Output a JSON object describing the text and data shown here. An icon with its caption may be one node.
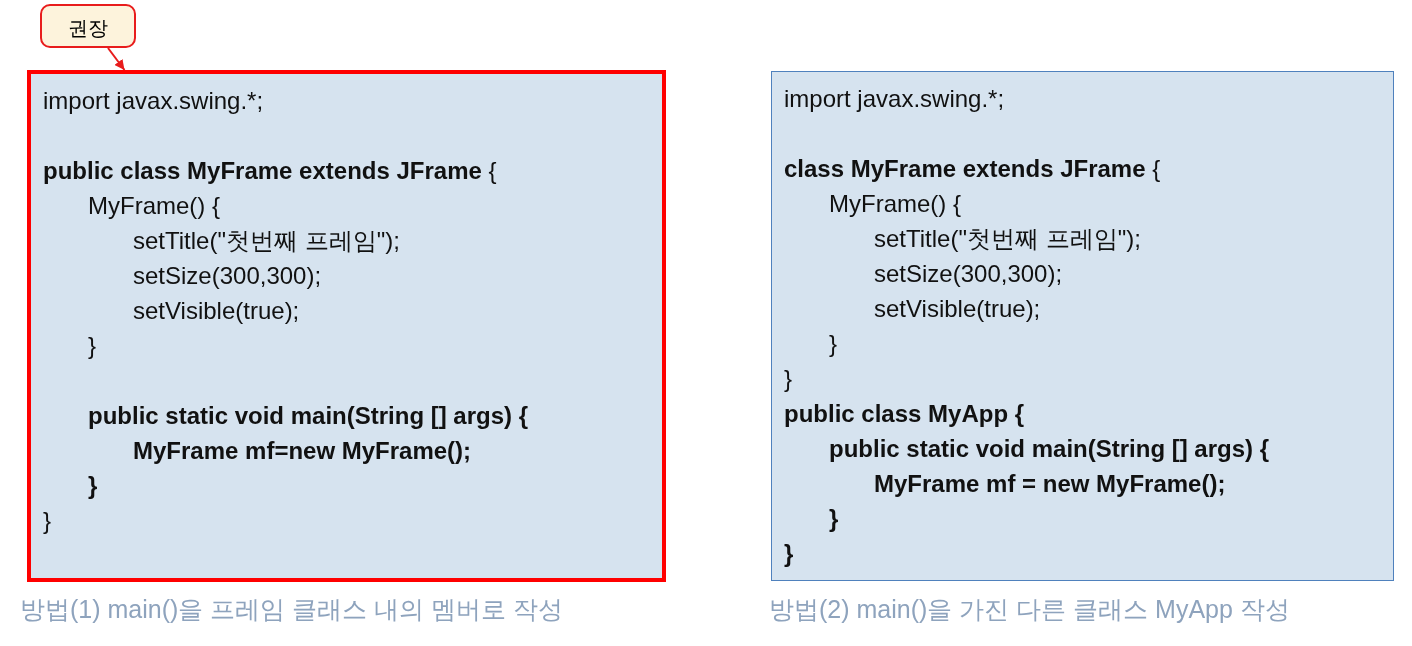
{
  "diagram": {
    "nodes": [
      {
        "text": [
          "권장"
        ]
      },
      {
        "text": [
          "import javax.swing.*;",
          "**public class MyFrame extends JFrame** {",
          "MyFrame() {",
          "setTitle(\"첫번째 프레임\");",
          "setSize(300,300);",
          "setVisible(true);",
          "}",
          "public static void main(String [] args) {",
          "MyFrame mf=new MyFrame();",
          "}",
          "}"
        ],
        "beside": [
          "방법(1) main()을 프레임 클래스 내의 멤버로 작성"
        ]
      },
      {
        "text": [
          "import javax.swing.*;",
          "**class MyFrame extends JFrame** {",
          "MyFrame() {",
          "setTitle(\"첫번째 프레임\");",
          "setSize(300,300);",
          "setVisible(true);",
          "}",
          "}",
          "public class MyApp {",
          "public static void main(String [] args) {",
          "MyFrame mf = new MyFrame();",
          "}",
          "}"
        ],
        "beside": [
          "방법(2) main()을 가진 다른 클래스 MyApp 작성"
        ]
      }
    ],
    "edges": [
      {
        "from": 0,
        "to": 1,
        "arrow": "to"
      }
    ]
  }
}
